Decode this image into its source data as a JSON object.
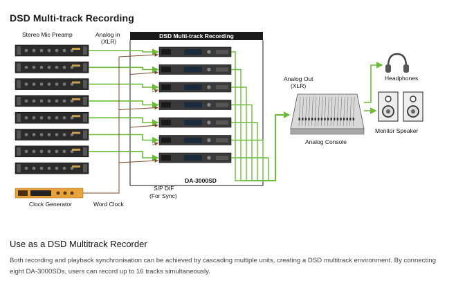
{
  "page_title": "DSD Multi-track Recording",
  "diagram": {
    "labels": {
      "stereo_mic_preamp": "Stereo Mic Preamp",
      "analog_in_line1": "Analog in",
      "analog_in_line2": "(XLR)",
      "box_title": "DSD Multi-track Recording",
      "recorder": "DA-3000SD",
      "spdif_line1": "S/P DIF",
      "spdif_line2": "(For Sync)",
      "clock_generator": "Clock Generator",
      "word_clock": "Word Clock",
      "analog_out_line1": "Analog Out",
      "analog_out_line2": "(XLR)",
      "analog_console": "Analog Console",
      "headphones": "Headphones",
      "monitor_speaker": "Monitor Speaker"
    },
    "preamp_count": 8,
    "recorder_count": 7,
    "colors": {
      "audio_line": "#6dbb3a",
      "sync_line": "#7a4a2a",
      "device": "#2b2b2b",
      "clock_body": "#e8a23a"
    }
  },
  "section": {
    "heading": "Use as a DSD Multitrack Recorder",
    "description": "Both recording and playback synchronisation can be achieved by cascading multiple units, creating a DSD multitrack environment. By connecting eight DA-3000SDs, users can record up to 16 tracks simultaneously."
  }
}
